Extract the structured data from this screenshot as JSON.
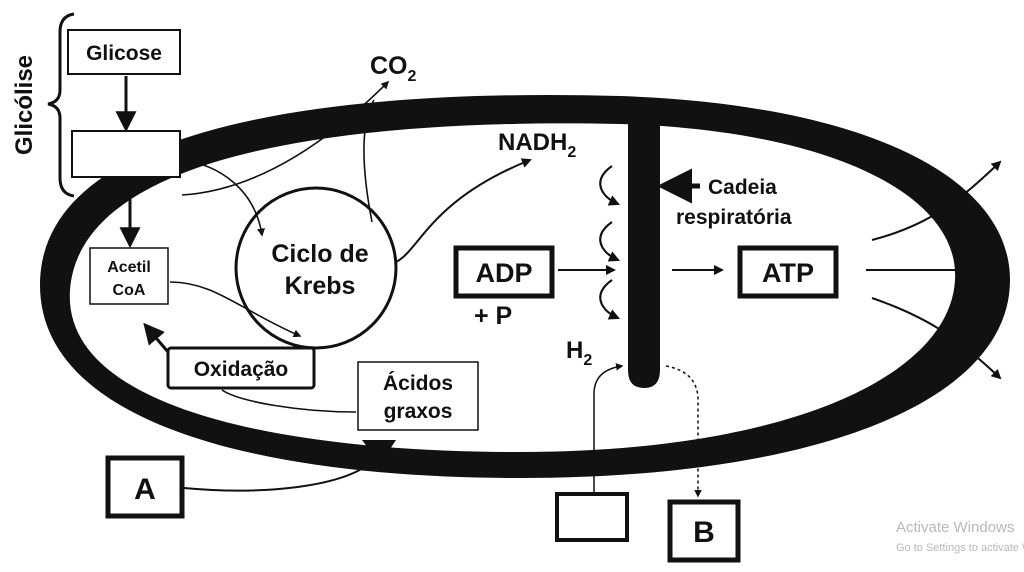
{
  "side_label": "Glicólise",
  "boxes": {
    "glicose": "Glicose",
    "intermediate": "",
    "acetil_line1": "Acetil",
    "acetil_line2": "CoA",
    "oxidacao": "Oxidação",
    "acidos_line1": "Ácidos",
    "acidos_line2": "graxos",
    "adp": "ADP",
    "atp": "ATP",
    "a": "A",
    "b": "B",
    "bottom_blank": ""
  },
  "labels": {
    "co2": "CO",
    "co2_sub": "2",
    "nadh": "NADH",
    "nadh_sub": "2",
    "h2": "H",
    "h2_sub": "2",
    "plus_p": "+ P",
    "cadeia_line1": "Cadeia",
    "cadeia_line2": "respiratória",
    "krebs_line1": "Ciclo de",
    "krebs_line2": "Krebs"
  },
  "watermark": {
    "line1": "Activate Windows",
    "line2": "Go to Settings to activate Windows."
  }
}
